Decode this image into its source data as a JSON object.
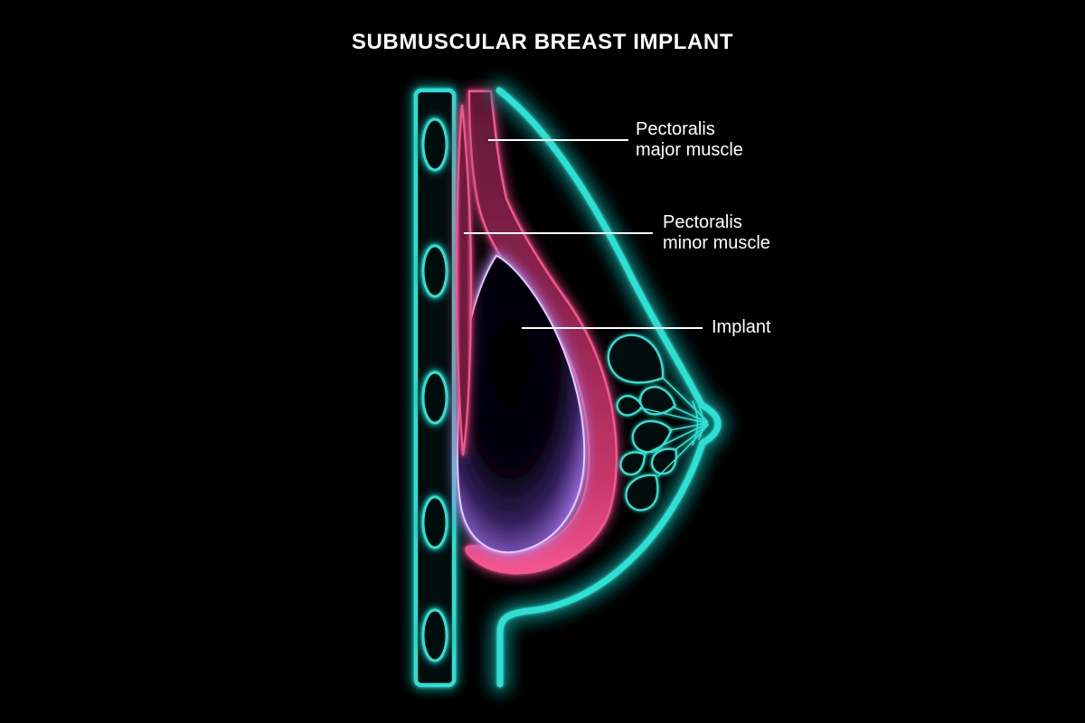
{
  "title": "SUBMUSCULAR BREAST IMPLANT",
  "colors": {
    "background": "#000000",
    "teal": "#2EE0D2",
    "teal_glow": "#0C7D78",
    "pink": "#F4568E",
    "pink_glow": "#C23E72",
    "pink_fill": "#8F2450",
    "purple": "#C9A2F0",
    "purple_glow": "#A87AE0",
    "label_text": "#FFFFFF"
  },
  "annotations": [
    {
      "line1": "Pectoralis",
      "line2": "major muscle"
    },
    {
      "line1": "Pectoralis",
      "line2": "minor muscle"
    },
    {
      "line1": "Implant",
      "line2": ""
    }
  ]
}
